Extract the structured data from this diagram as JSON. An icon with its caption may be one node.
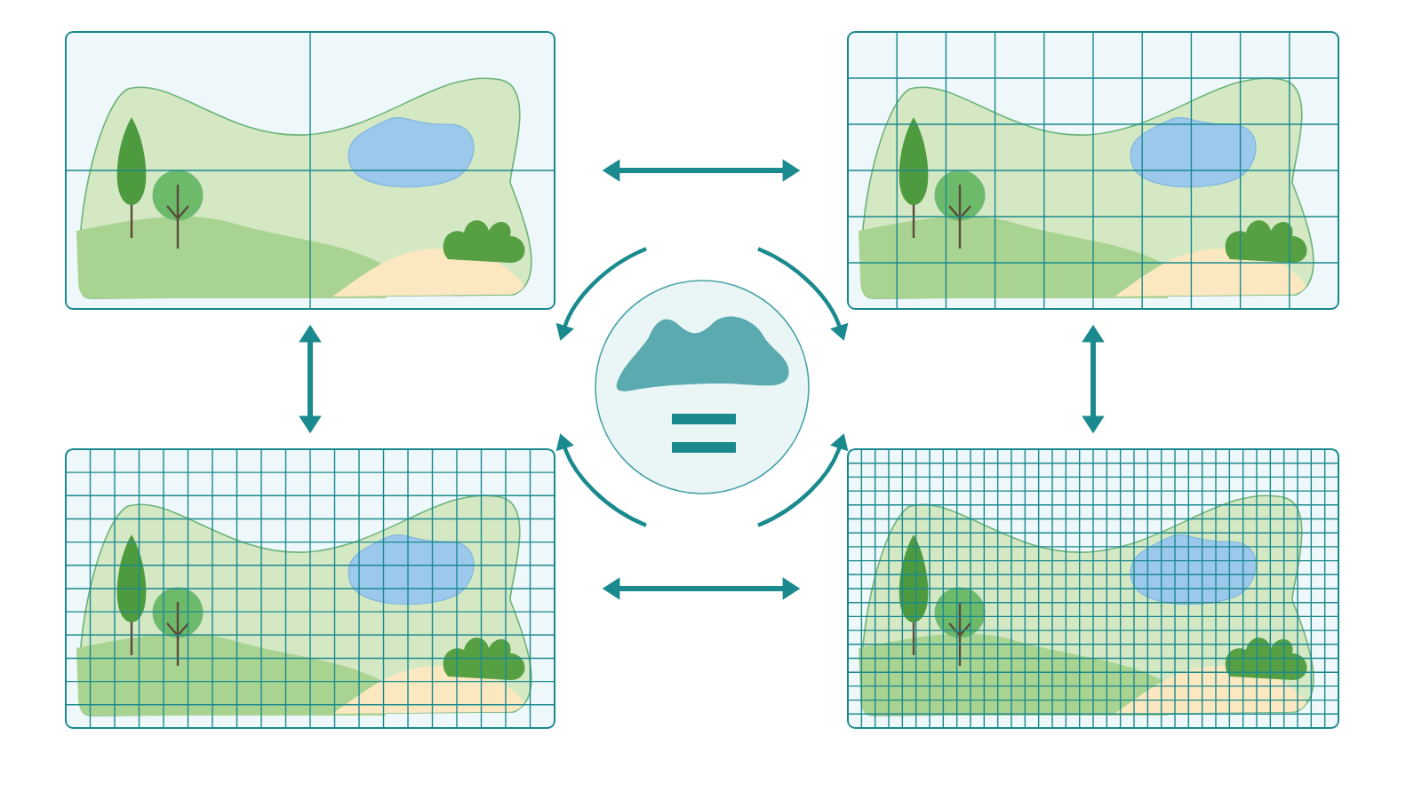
{
  "diagram": {
    "nodes": [
      {
        "text": [],
        "shape": "picture"
      },
      {
        "text": [],
        "shape": "picture"
      },
      {
        "text": [],
        "shape": "picture"
      },
      {
        "text": [],
        "shape": "picture"
      },
      {
        "text": [],
        "shape": "circle"
      }
    ],
    "edges": [
      {
        "from": 0,
        "to": 1,
        "arrow": "both"
      },
      {
        "from": 0,
        "to": 2,
        "arrow": "both"
      },
      {
        "from": 1,
        "to": 3,
        "arrow": "both"
      },
      {
        "from": 2,
        "to": 3,
        "arrow": "both"
      }
    ]
  }
}
